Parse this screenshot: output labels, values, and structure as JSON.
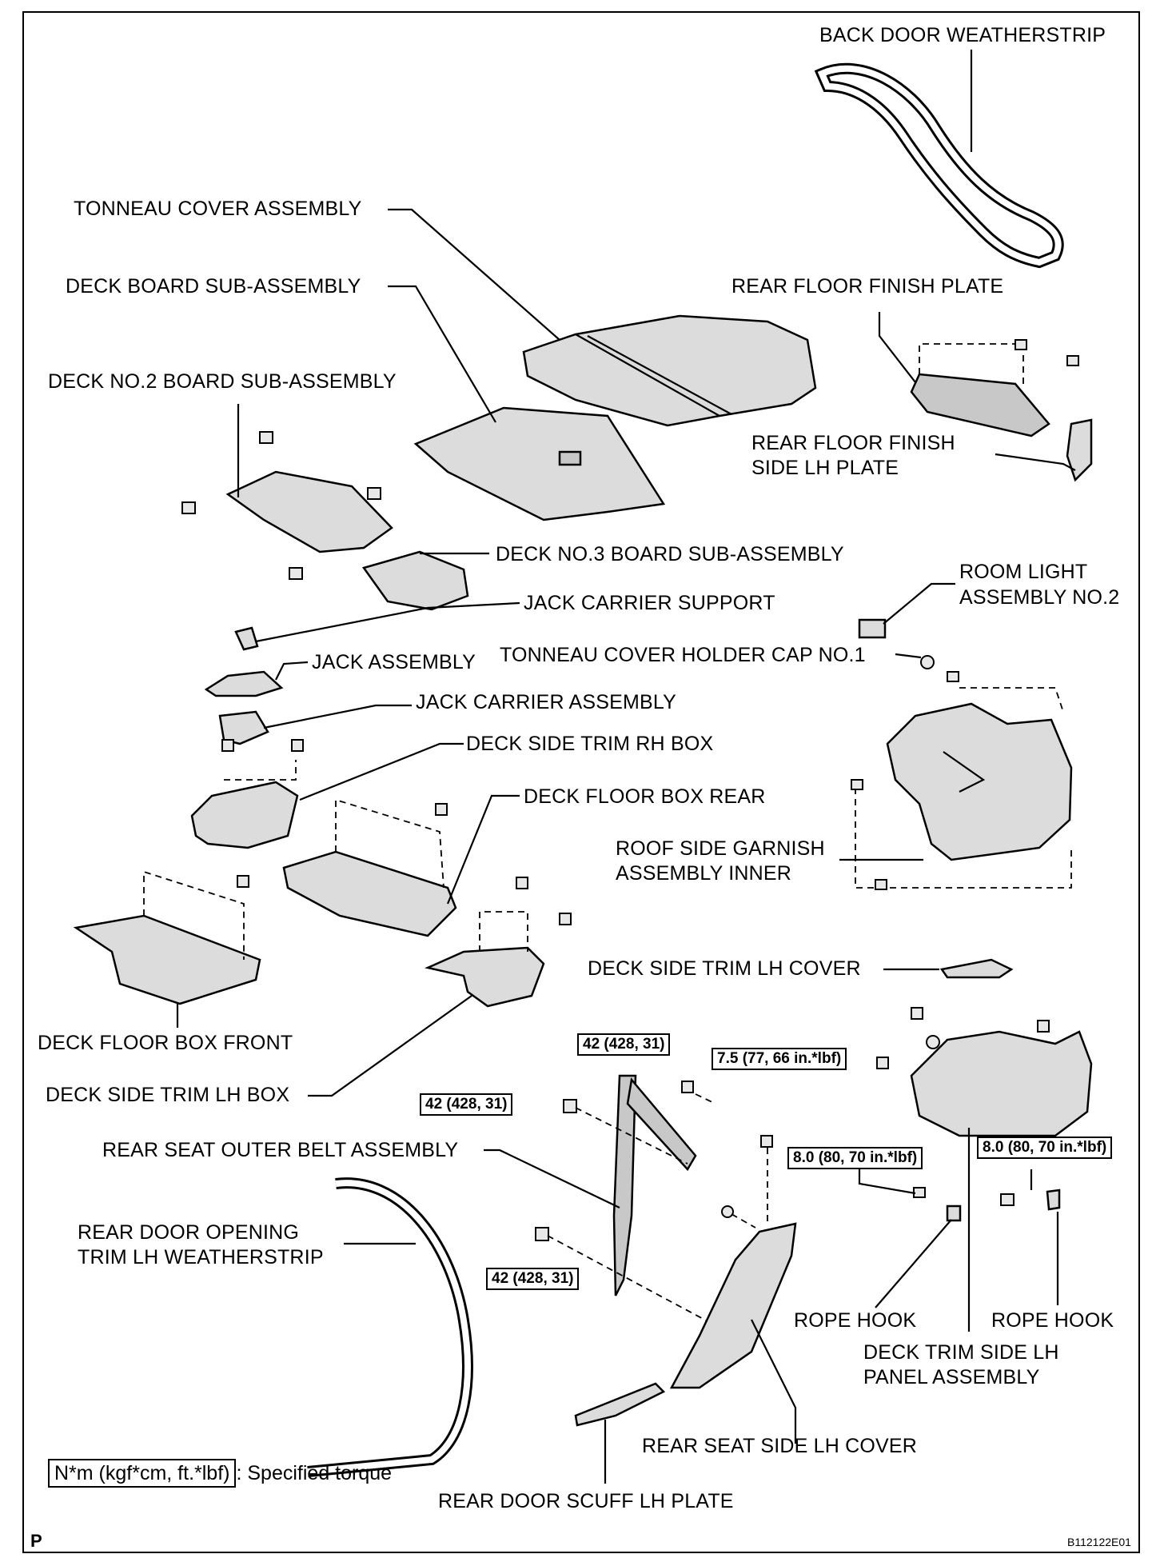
{
  "labels": {
    "back_door_weatherstrip": "BACK DOOR WEATHERSTRIP",
    "tonneau_cover_assembly": "TONNEAU COVER ASSEMBLY",
    "deck_board_sub_assembly": "DECK BOARD SUB-ASSEMBLY",
    "rear_floor_finish_plate": "REAR FLOOR FINISH PLATE",
    "deck_no2_board": "DECK NO.2 BOARD SUB-ASSEMBLY",
    "rear_floor_finish_side_lh_plate_1": "REAR FLOOR FINISH",
    "rear_floor_finish_side_lh_plate_2": "SIDE LH PLATE",
    "deck_no3_board": "DECK NO.3 BOARD SUB-ASSEMBLY",
    "room_light_1": "ROOM LIGHT",
    "room_light_2": "ASSEMBLY NO.2",
    "jack_carrier_support": "JACK CARRIER SUPPORT",
    "jack_assembly": "JACK ASSEMBLY",
    "tonneau_cover_holder_cap": "TONNEAU COVER HOLDER CAP NO.1",
    "jack_carrier_assembly": "JACK CARRIER ASSEMBLY",
    "deck_side_trim_rh_box": "DECK SIDE TRIM RH BOX",
    "deck_floor_box_rear": "DECK FLOOR BOX REAR",
    "roof_side_garnish_1": "ROOF SIDE GARNISH",
    "roof_side_garnish_2": "ASSEMBLY INNER",
    "deck_side_trim_lh_cover": "DECK SIDE TRIM LH COVER",
    "deck_floor_box_front": "DECK FLOOR BOX FRONT",
    "deck_side_trim_lh_box": "DECK SIDE TRIM LH BOX",
    "rear_seat_outer_belt": "REAR SEAT OUTER BELT ASSEMBLY",
    "rear_door_opening_1": "REAR DOOR OPENING",
    "rear_door_opening_2": "TRIM LH WEATHERSTRIP",
    "rope_hook_left": "ROPE HOOK",
    "rope_hook_right": "ROPE HOOK",
    "deck_trim_side_1": "DECK TRIM SIDE LH",
    "deck_trim_side_2": "PANEL ASSEMBLY",
    "rear_seat_side_lh_cover": "REAR SEAT SIDE LH COVER",
    "rear_door_scuff_lh_plate": "REAR DOOR SCUFF LH PLATE"
  },
  "torques": {
    "belt_upper": "42 (428, 31)",
    "belt_anchor_left": "42 (428, 31)",
    "belt_lower": "42 (428, 31)",
    "belt_small": "7.5 (77, 66 in.*lbf)",
    "rope_hook_left": "8.0 (80, 70 in.*lbf)",
    "rope_hook_right": "8.0 (80, 70 in.*lbf)"
  },
  "legend": {
    "unit_box": "N*m (kgf*cm, ft.*lbf)",
    "description": ": Specified torque"
  },
  "corner": {
    "bottom_left": "P",
    "figure_id": "B112122E01"
  }
}
